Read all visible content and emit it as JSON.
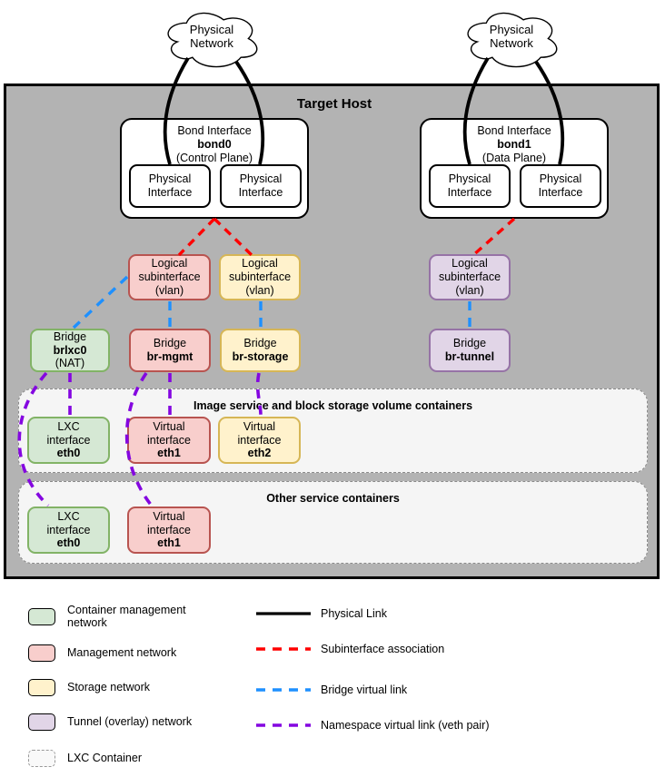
{
  "title": "Target Host",
  "clouds": {
    "left": "Physical\nNetwork",
    "right": "Physical\nNetwork"
  },
  "bonds": {
    "bond0": {
      "title": "Bond Interface",
      "name": "bond0",
      "plane": "(Control Plane)",
      "iface_left": "Physical\nInterface",
      "iface_right": "Physical\nInterface"
    },
    "bond1": {
      "title": "Bond Interface",
      "name": "bond1",
      "plane": "(Data Plane)",
      "iface_left": "Physical\nInterface",
      "iface_right": "Physical\nInterface"
    }
  },
  "subinterfaces": {
    "mgmt": {
      "label": "Logical\nsubinterface\n(vlan)"
    },
    "storage": {
      "label": "Logical\nsubinterface\n(vlan)"
    },
    "tunnel": {
      "label": "Logical\nsubinterface\n(vlan)"
    }
  },
  "bridges": {
    "brlxc0": {
      "title": "Bridge",
      "name": "brlxc0",
      "sub": "(NAT)"
    },
    "br_mgmt": {
      "title": "Bridge",
      "name": "br-mgmt"
    },
    "br_storage": {
      "title": "Bridge",
      "name": "br-storage"
    },
    "br_tunnel": {
      "title": "Bridge",
      "name": "br-tunnel"
    }
  },
  "containers": {
    "image_storage": {
      "title": "Image service and block storage volume containers",
      "eth0": {
        "label": "LXC\ninterface",
        "name": "eth0"
      },
      "eth1": {
        "label": "Virtual\ninterface",
        "name": "eth1"
      },
      "eth2": {
        "label": "Virtual\ninterface",
        "name": "eth2"
      }
    },
    "other": {
      "title": "Other service containers",
      "eth0": {
        "label": "LXC\ninterface",
        "name": "eth0"
      },
      "eth1": {
        "label": "Virtual\ninterface",
        "name": "eth1"
      }
    }
  },
  "legend": {
    "networks": [
      {
        "swatch": "green",
        "label": "Container management\nnetwork"
      },
      {
        "swatch": "red",
        "label": "Management network"
      },
      {
        "swatch": "yellow",
        "label": "Storage network"
      },
      {
        "swatch": "purple",
        "label": "Tunnel (overlay) network"
      },
      {
        "swatch": "dashed",
        "label": "LXC Container"
      }
    ],
    "links": [
      {
        "style": "solid-black",
        "label": "Physical Link"
      },
      {
        "style": "dashed-red",
        "label": "Subinterface association"
      },
      {
        "style": "dashed-blue",
        "label": "Bridge virtual link"
      },
      {
        "style": "dashed-purple",
        "label": "Namespace virtual link (veth pair)"
      }
    ]
  },
  "colors": {
    "host_background": "#b3b3b3",
    "container_background": "#f5f5f5",
    "green_fill": "#d5e8d4",
    "green_stroke": "#82b366",
    "red_fill": "#f8cecc",
    "red_stroke": "#b85450",
    "yellow_fill": "#fff2cc",
    "yellow_stroke": "#d6b656",
    "purple_fill": "#e1d5e7",
    "purple_stroke": "#9673a6",
    "physical_link": "#000000",
    "subinterface_link": "#ff0000",
    "bridge_link": "#1e90ff",
    "veth_link": "#8406e0"
  }
}
